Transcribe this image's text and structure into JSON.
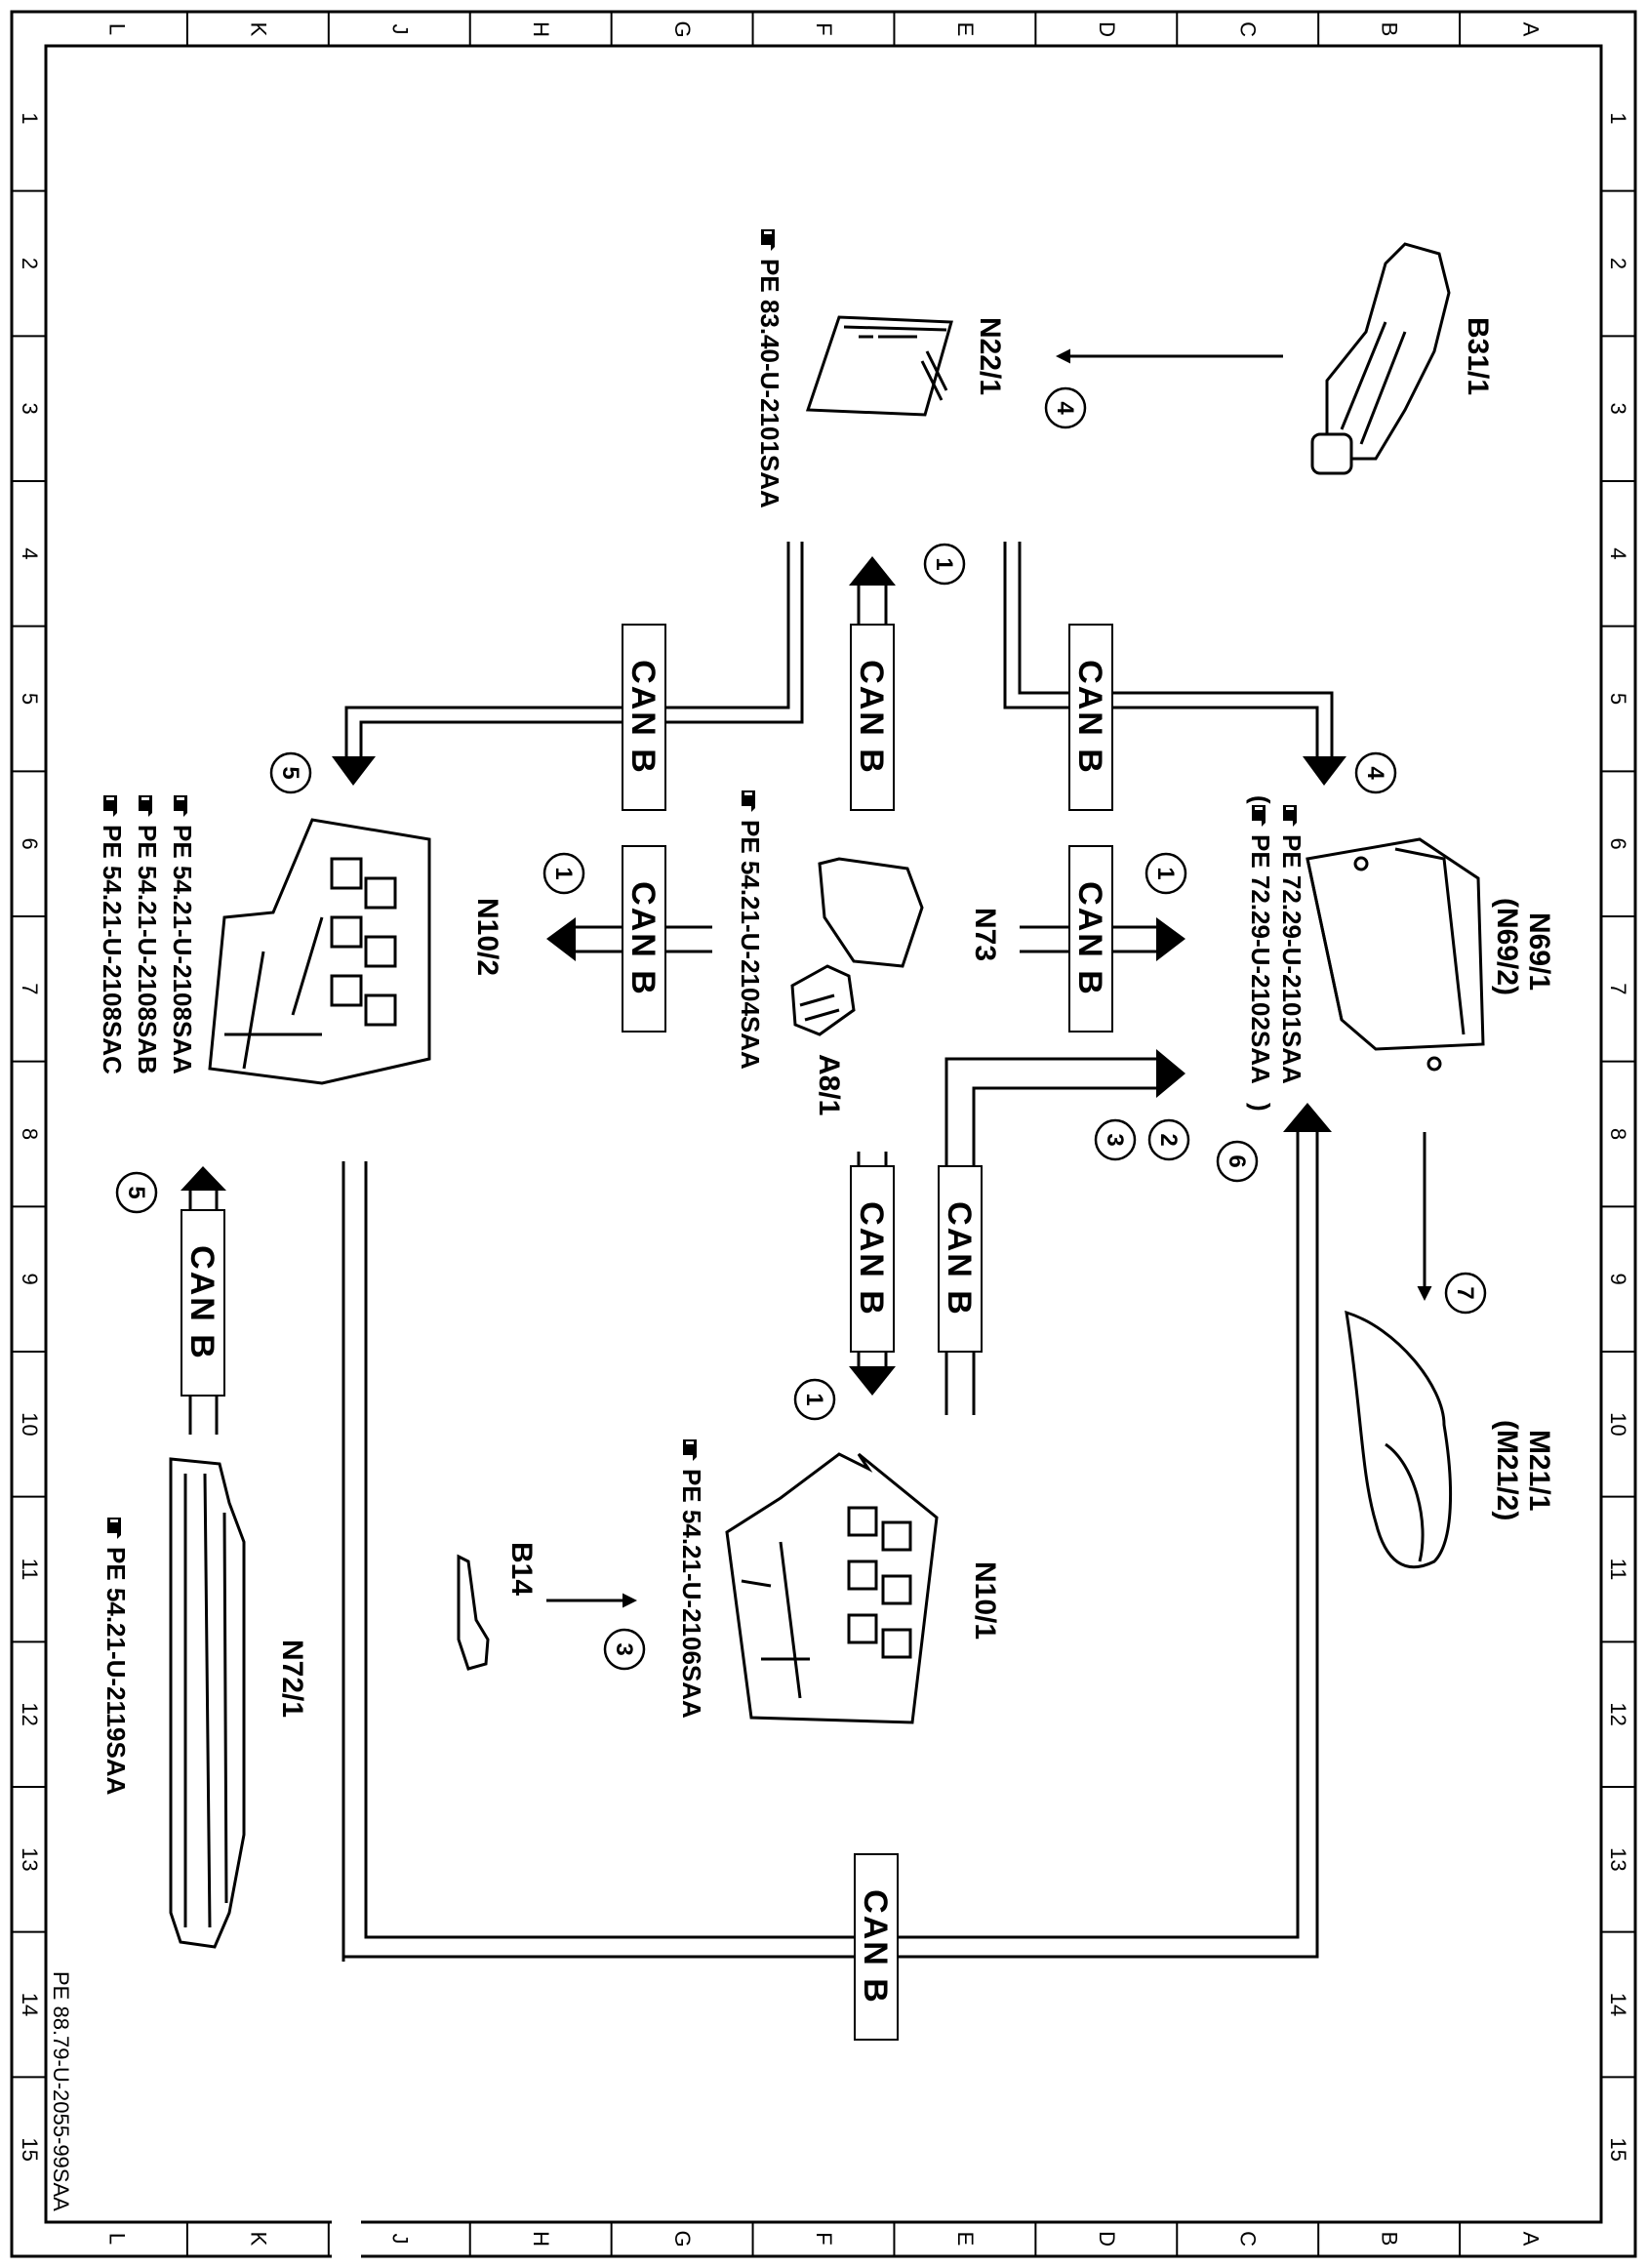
{
  "grid": {
    "columns": [
      "L",
      "K",
      "J",
      "H",
      "G",
      "F",
      "E",
      "D",
      "C",
      "B",
      "A"
    ],
    "rows": [
      "1",
      "2",
      "3",
      "4",
      "5",
      "6",
      "7",
      "8",
      "9",
      "10",
      "11",
      "12",
      "13",
      "14",
      "15"
    ]
  },
  "components": {
    "b31_1": "B31/1",
    "n22_1": "N22/1",
    "n69_1": "N69/1",
    "n69_2": "(N69/2)",
    "n73": "N73",
    "a8_1": "A8/1",
    "n10_2": "N10/2",
    "m21_1": "M21/1",
    "m21_2": "(M21/2)",
    "n10_1": "N10/1",
    "b14": "B14",
    "n72_1": "N72/1"
  },
  "references": {
    "n22_1": "PE 83.40-U-2101SAA",
    "n69_a": "PE 72.29-U-2101SAA",
    "n69_b": "PE 72.29-U-2102SAA",
    "n69_b_open": "(",
    "n69_b_close": ")",
    "a8_1": "PE 54.21-U-2104SAA",
    "n10_2_a": "PE 54.21-U-2108SAA",
    "n10_2_b": "PE 54.21-U-2108SAB",
    "n10_2_c": "PE 54.21-U-2108SAC",
    "n10_1": "PE 54.21-U-2106SAA",
    "n72_1": "PE 54.21-U-2119SAA"
  },
  "bus_label": "CAN B",
  "step_numbers": [
    "1",
    "2",
    "3",
    "4",
    "5",
    "6",
    "7"
  ],
  "footer": "PE 88.79-U-2055-99SAA",
  "icons": [
    "hand-pointer-icon"
  ]
}
